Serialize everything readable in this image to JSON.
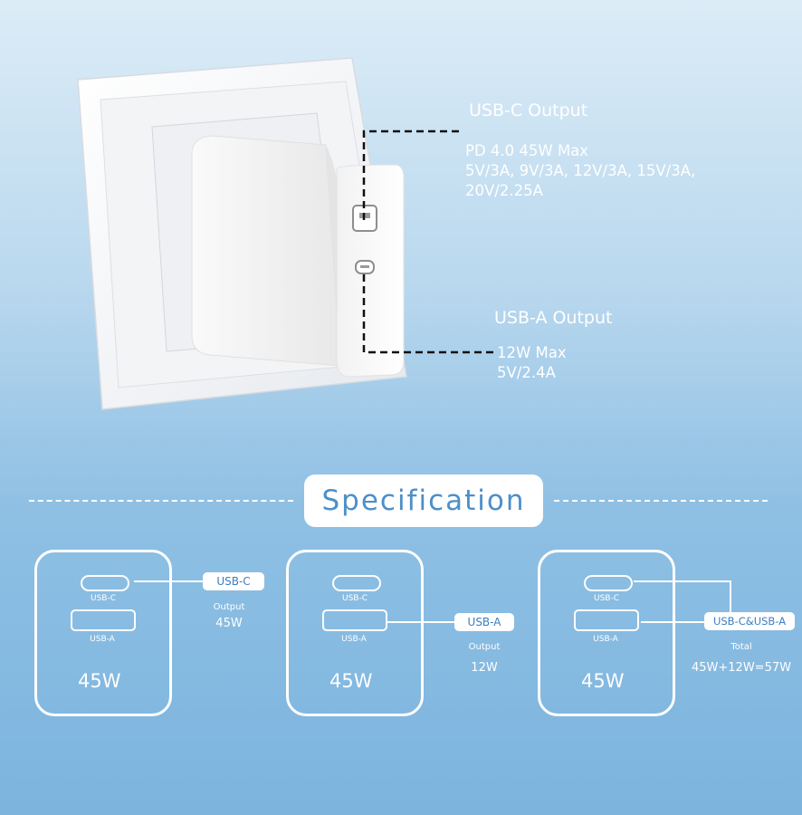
{
  "callouts": {
    "usb_c": {
      "heading": "USB-C Output",
      "lines": [
        "PD 4.0 45W Max",
        "5V/3A, 9V/3A, 12V/3A, 15V/3A,",
        "20V/2.25A"
      ]
    },
    "usb_a": {
      "heading": "USB-A Output",
      "lines": [
        "12W Max",
        "5V/2.4A"
      ]
    }
  },
  "specification": {
    "title": "Specification",
    "cards": [
      {
        "port_c_label": "USB-C",
        "port_a_label": "USB-A",
        "wattage": "45W",
        "tag": "USB-C",
        "caption": "Output",
        "value": "45W"
      },
      {
        "port_c_label": "USB-C",
        "port_a_label": "USB-A",
        "wattage": "45W",
        "tag": "USB-A",
        "caption": "Output",
        "value": "12W"
      },
      {
        "port_c_label": "USB-C",
        "port_a_label": "USB-A",
        "wattage": "45W",
        "tag": "USB-C&USB-A",
        "caption": "Total",
        "value": "45W+12W=57W"
      }
    ]
  },
  "colors": {
    "background_top": "#dcecf7",
    "background_bottom": "#7cb4de",
    "banner_text": "#4d8fc9",
    "tag_text": "#3b7fbf"
  }
}
